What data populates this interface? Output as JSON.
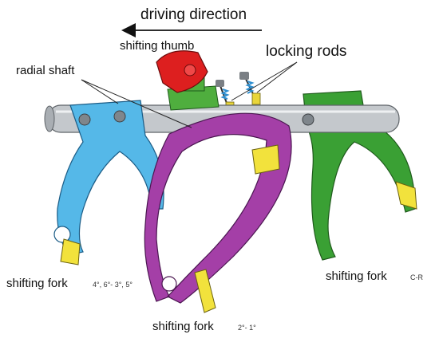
{
  "labels": {
    "driving_direction": "driving direction",
    "shifting_thumb": "shifting thumb",
    "locking_rods": "locking rods",
    "radial_shaft": "radial shaft",
    "fork_left": "shifting fork",
    "fork_left_gears": "4°, 6°- 3°, 5°",
    "fork_middle": "shifting fork",
    "fork_middle_gears": "2°- 1°",
    "fork_right": "shifting fork",
    "fork_right_gears": "C-R"
  },
  "colors": {
    "fork_left": "#55b8e8",
    "fork_middle": "#a43fa7",
    "fork_right": "#3aa034",
    "shifting_thumb": "#dd1f1f",
    "thumb_bracket": "#4fae3e",
    "slider_pads": "#f2e23c",
    "shaft": "#c4c8cc",
    "bolts": "#7f868c"
  },
  "icons": {
    "direction_arrow": "left-arrow-icon"
  }
}
